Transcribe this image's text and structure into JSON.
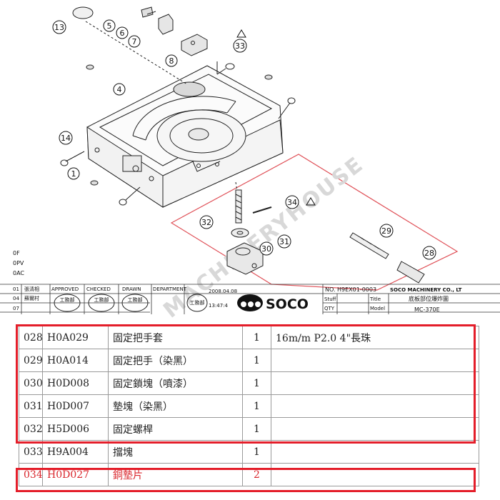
{
  "diagram": {
    "callouts": [
      {
        "id": "13",
        "label": "13"
      },
      {
        "id": "5",
        "label": "5"
      },
      {
        "id": "6",
        "label": "6"
      },
      {
        "id": "7",
        "label": "7"
      },
      {
        "id": "8",
        "label": "8"
      },
      {
        "id": "33",
        "label": "33"
      },
      {
        "id": "4",
        "label": "4"
      },
      {
        "id": "14",
        "label": "14"
      },
      {
        "id": "1",
        "label": "1"
      },
      {
        "id": "34",
        "label": "34"
      },
      {
        "id": "32",
        "label": "32"
      },
      {
        "id": "31",
        "label": "31"
      },
      {
        "id": "30",
        "label": "30"
      },
      {
        "id": "29",
        "label": "29"
      },
      {
        "id": "28",
        "label": "28"
      }
    ],
    "watermark": "MACHINERYHOUSE"
  },
  "title_block": {
    "left_rows": [
      "0F",
      "0PV",
      "0AC"
    ],
    "row_markers": [
      "01",
      "04",
      "07"
    ],
    "left_col_labels": [
      "張清相",
      "蘇爾村"
    ],
    "headers": {
      "approved": "APPROVED",
      "checked": "CHECKED",
      "drawn": "DRAWN",
      "department": "DEPARTMENT"
    },
    "stamp_text": "工務部",
    "stamp_date": "2008.04.08",
    "stamp_time": "13:47:4",
    "no_label": "NO.",
    "no_value": "H9EX01-0003",
    "company": "SOCO MACHINERY CO., LT",
    "stuff_label": "Stuff",
    "title_label": "Title",
    "title_value": "底板部位爆炸圖",
    "qty_label": "QTY",
    "model_label": "Model",
    "model_value": "MC-370E",
    "logo": "SOCO"
  },
  "parts": [
    {
      "no": "028",
      "code": "H0A029",
      "name": "固定把手套",
      "qty": "1",
      "note": "16m/m P2.0 4\"長珠"
    },
    {
      "no": "029",
      "code": "H0A014",
      "name": "固定把手（染黑）",
      "qty": "1",
      "note": ""
    },
    {
      "no": "030",
      "code": "H0D008",
      "name": "固定鎖塊（噴漆）",
      "qty": "1",
      "note": ""
    },
    {
      "no": "031",
      "code": "H0D007",
      "name": "墊塊（染黑）",
      "qty": "1",
      "note": ""
    },
    {
      "no": "032",
      "code": "H5D006",
      "name": "固定螺桿",
      "qty": "1",
      "note": ""
    },
    {
      "no": "033",
      "code": "H9A004",
      "name": "擋塊",
      "qty": "1",
      "note": ""
    },
    {
      "no": "034",
      "code": "H0D027",
      "name": "銅墊片",
      "qty": "2",
      "note": ""
    }
  ],
  "colors": {
    "highlight_red": "#e41e2a",
    "highlight_text": "#d9262c",
    "watermark": "#d8d8d8"
  }
}
